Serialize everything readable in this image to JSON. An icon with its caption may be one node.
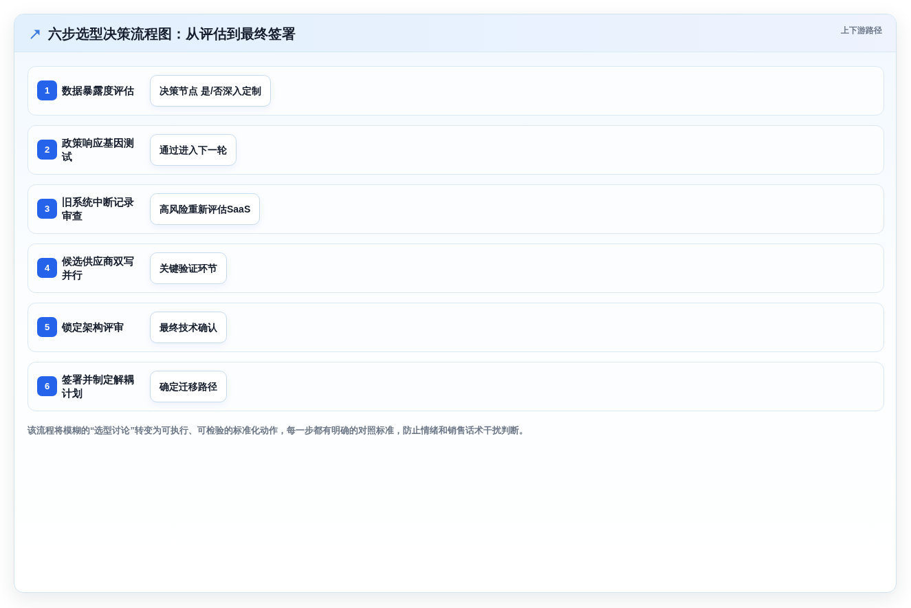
{
  "diagram": {
    "title": "六步选型决策流程图：从评估到最终签署",
    "caption": "该流程将模糊的“选型讨论”转变为可执行、可检验的标准化动作，每一步都有明确的对照标准，防止情绪和销售话术干扰判断。",
    "nodes": [
      {
        "text": [
          "数据暴露度评估"
        ]
      },
      {
        "text": [
          "1"
        ],
        "in": 0
      },
      {
        "text": [
          "决策节点 是/否深入定制"
        ],
        "in": 0
      },
      {
        "text": [
          "政策响应基因测试"
        ]
      },
      {
        "text": [
          "2"
        ],
        "in": 3
      },
      {
        "text": [
          "通过进入下一轮"
        ],
        "in": 3
      },
      {
        "text": [
          "旧系统中断记录审查"
        ]
      },
      {
        "text": [
          "3"
        ],
        "in": 6
      },
      {
        "text": [
          "高风险重新评估SaaS"
        ],
        "in": 6
      },
      {
        "text": [
          "候选供应商双写并行"
        ]
      },
      {
        "text": [
          "4"
        ],
        "in": 9
      },
      {
        "text": [
          "关键验证环节"
        ],
        "in": 9
      },
      {
        "text": [
          "锁定架构评审"
        ]
      },
      {
        "text": [
          "5"
        ],
        "in": 12
      },
      {
        "text": [
          "最终技术确认"
        ],
        "in": 12
      },
      {
        "text": [
          "签署并制定解耦计划"
        ]
      },
      {
        "text": [
          "6"
        ],
        "in": 15
      },
      {
        "text": [
          "确定迁移路径"
        ],
        "in": 15
      }
    ],
    "labels": [
      "上下游路径"
    ]
  }
}
